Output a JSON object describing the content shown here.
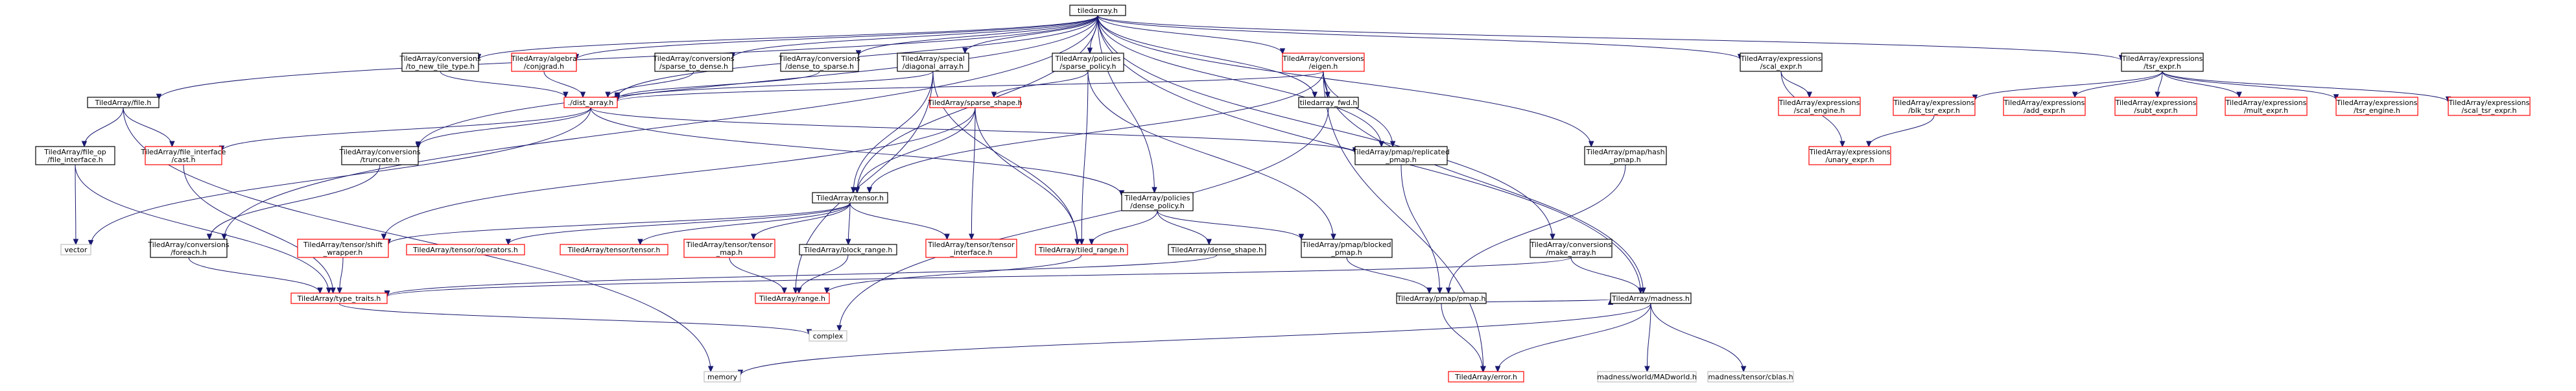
{
  "colors": {
    "edge": "#191970",
    "node_default": "#000000",
    "node_red": "#ff0000",
    "node_gray": "#bfbfbf",
    "root_fill": "#bfbfbf"
  },
  "nodes": [
    {
      "id": "root",
      "lines": [
        "tiledarray.h"
      ],
      "style": "root"
    },
    {
      "id": "file",
      "lines": [
        "TiledArray/file.h"
      ],
      "style": "default"
    },
    {
      "id": "to_new_tile_type",
      "lines": [
        "TiledArray/conversions",
        "/to_new_tile_type.h"
      ],
      "style": "default"
    },
    {
      "id": "conjgrad",
      "lines": [
        "TiledArray/algebra",
        "/conjgrad.h"
      ],
      "style": "red"
    },
    {
      "id": "sparse_to_dense",
      "lines": [
        "TiledArray/conversions",
        "/sparse_to_dense.h"
      ],
      "style": "default"
    },
    {
      "id": "dense_to_sparse",
      "lines": [
        "TiledArray/conversions",
        "/dense_to_sparse.h"
      ],
      "style": "default"
    },
    {
      "id": "diagonal_array",
      "lines": [
        "TiledArray/special",
        "/diagonal_array.h"
      ],
      "style": "default"
    },
    {
      "id": "sparse_policy",
      "lines": [
        "TiledArray/policies",
        "/sparse_policy.h"
      ],
      "style": "default"
    },
    {
      "id": "eigen",
      "lines": [
        "TiledArray/conversions",
        "/eigen.h"
      ],
      "style": "red"
    },
    {
      "id": "scal_expr",
      "lines": [
        "TiledArray/expressions",
        "/scal_expr.h"
      ],
      "style": "default"
    },
    {
      "id": "tsr_expr",
      "lines": [
        "TiledArray/expressions",
        "/tsr_expr.h"
      ],
      "style": "default"
    },
    {
      "id": "file_op",
      "lines": [
        "TiledArray/file_op",
        "/file_interface.h"
      ],
      "style": "default"
    },
    {
      "id": "file_interface_cast",
      "lines": [
        "TiledArray/file_interface",
        "/cast.h"
      ],
      "style": "red"
    },
    {
      "id": "dist_array",
      "lines": [
        "./dist_array.h"
      ],
      "style": "red"
    },
    {
      "id": "truncate",
      "lines": [
        "TiledArray/conversions",
        "/truncate.h"
      ],
      "style": "default"
    },
    {
      "id": "sparse_shape",
      "lines": [
        "TiledArray/sparse_shape.h"
      ],
      "style": "red"
    },
    {
      "id": "tiledarray_fwd",
      "lines": [
        "tiledarray_fwd.h"
      ],
      "style": "default"
    },
    {
      "id": "replicated_pmap",
      "lines": [
        "TiledArray/pmap/replicated",
        "_pmap.h"
      ],
      "style": "default"
    },
    {
      "id": "hash_pmap",
      "lines": [
        "TiledArray/pmap/hash",
        "_pmap.h"
      ],
      "style": "default"
    },
    {
      "id": "scal_engine",
      "lines": [
        "TiledArray/expressions",
        "/scal_engine.h"
      ],
      "style": "red"
    },
    {
      "id": "blk_tsr_expr",
      "lines": [
        "TiledArray/expressions",
        "/blk_tsr_expr.h"
      ],
      "style": "red"
    },
    {
      "id": "add_expr",
      "lines": [
        "TiledArray/expressions",
        "/add_expr.h"
      ],
      "style": "red"
    },
    {
      "id": "subt_expr",
      "lines": [
        "TiledArray/expressions",
        "/subt_expr.h"
      ],
      "style": "red"
    },
    {
      "id": "mult_expr",
      "lines": [
        "TiledArray/expressions",
        "/mult_expr.h"
      ],
      "style": "red"
    },
    {
      "id": "tsr_engine",
      "lines": [
        "TiledArray/expressions",
        "/tsr_engine.h"
      ],
      "style": "red"
    },
    {
      "id": "scal_tsr_expr",
      "lines": [
        "TiledArray/expressions",
        "/scal_tsr_expr.h"
      ],
      "style": "red"
    },
    {
      "id": "tensor",
      "lines": [
        "TiledArray/tensor.h"
      ],
      "style": "default"
    },
    {
      "id": "dense_policy",
      "lines": [
        "TiledArray/policies",
        "/dense_policy.h"
      ],
      "style": "default"
    },
    {
      "id": "unary_expr",
      "lines": [
        "TiledArray/expressions",
        "/unary_expr.h"
      ],
      "style": "red"
    },
    {
      "id": "vector",
      "lines": [
        "vector"
      ],
      "style": "gray"
    },
    {
      "id": "foreach",
      "lines": [
        "TiledArray/conversions",
        "/foreach.h"
      ],
      "style": "default"
    },
    {
      "id": "shift_wrapper",
      "lines": [
        "TiledArray/tensor/shift",
        "_wrapper.h"
      ],
      "style": "red"
    },
    {
      "id": "operators",
      "lines": [
        "TiledArray/tensor/operators.h"
      ],
      "style": "red"
    },
    {
      "id": "tensor_tensor",
      "lines": [
        "TiledArray/tensor/tensor.h"
      ],
      "style": "red"
    },
    {
      "id": "tensor_map",
      "lines": [
        "TiledArray/tensor/tensor",
        "_map.h"
      ],
      "style": "red"
    },
    {
      "id": "block_range",
      "lines": [
        "TiledArray/block_range.h"
      ],
      "style": "default"
    },
    {
      "id": "tensor_interface",
      "lines": [
        "TiledArray/tensor/tensor",
        "_interface.h"
      ],
      "style": "red"
    },
    {
      "id": "tiled_range",
      "lines": [
        "TiledArray/tiled_range.h"
      ],
      "style": "red"
    },
    {
      "id": "dense_shape",
      "lines": [
        "TiledArray/dense_shape.h"
      ],
      "style": "default"
    },
    {
      "id": "blocked_pmap",
      "lines": [
        "TiledArray/pmap/blocked",
        "_pmap.h"
      ],
      "style": "default"
    },
    {
      "id": "make_array",
      "lines": [
        "TiledArray/conversions",
        "/make_array.h"
      ],
      "style": "default"
    },
    {
      "id": "type_traits",
      "lines": [
        "TiledArray/type_traits.h"
      ],
      "style": "red"
    },
    {
      "id": "range",
      "lines": [
        "TiledArray/range.h"
      ],
      "style": "red"
    },
    {
      "id": "pmap",
      "lines": [
        "TiledArray/pmap/pmap.h"
      ],
      "style": "default"
    },
    {
      "id": "complex",
      "lines": [
        "complex"
      ],
      "style": "gray"
    },
    {
      "id": "madness",
      "lines": [
        "TiledArray/madness.h"
      ],
      "style": "default"
    },
    {
      "id": "memory",
      "lines": [
        "memory"
      ],
      "style": "gray"
    },
    {
      "id": "error",
      "lines": [
        "TiledArray/error.h"
      ],
      "style": "red"
    },
    {
      "id": "madworld",
      "lines": [
        "madness/world/MADworld.h"
      ],
      "style": "gray"
    },
    {
      "id": "tblas",
      "lines": [
        "madness/tensor/cblas.h"
      ],
      "style": "gray"
    }
  ],
  "edges": [
    [
      "root",
      "file"
    ],
    [
      "root",
      "to_new_tile_type"
    ],
    [
      "root",
      "conjgrad"
    ],
    [
      "root",
      "sparse_to_dense"
    ],
    [
      "root",
      "dense_to_sparse"
    ],
    [
      "root",
      "diagonal_array"
    ],
    [
      "root",
      "sparse_policy"
    ],
    [
      "root",
      "eigen"
    ],
    [
      "root",
      "scal_expr"
    ],
    [
      "root",
      "tsr_expr"
    ],
    [
      "root",
      "dist_array"
    ],
    [
      "root",
      "truncate"
    ],
    [
      "root",
      "tiledarray_fwd"
    ],
    [
      "root",
      "replicated_pmap"
    ],
    [
      "root",
      "hash_pmap"
    ],
    [
      "root",
      "tensor"
    ],
    [
      "root",
      "dense_policy"
    ],
    [
      "root",
      "foreach"
    ],
    [
      "root",
      "make_array"
    ],
    [
      "root",
      "madness"
    ],
    [
      "file",
      "file_op"
    ],
    [
      "file",
      "file_interface_cast"
    ],
    [
      "file",
      "memory"
    ],
    [
      "file_op",
      "vector"
    ],
    [
      "file_op",
      "type_traits"
    ],
    [
      "file_interface_cast",
      "type_traits"
    ],
    [
      "to_new_tile_type",
      "dist_array"
    ],
    [
      "conjgrad",
      "dist_array"
    ],
    [
      "sparse_to_dense",
      "dist_array"
    ],
    [
      "dense_to_sparse",
      "dist_array"
    ],
    [
      "diagonal_array",
      "dist_array"
    ],
    [
      "diagonal_array",
      "tensor"
    ],
    [
      "diagonal_array",
      "tiled_range"
    ],
    [
      "diagonal_array",
      "range"
    ],
    [
      "sparse_policy",
      "sparse_shape"
    ],
    [
      "sparse_policy",
      "tiled_range"
    ],
    [
      "sparse_policy",
      "blocked_pmap"
    ],
    [
      "eigen",
      "dist_array"
    ],
    [
      "eigen",
      "tensor"
    ],
    [
      "eigen",
      "tiledarray_fwd"
    ],
    [
      "eigen",
      "replicated_pmap"
    ],
    [
      "eigen",
      "madness"
    ],
    [
      "eigen",
      "error"
    ],
    [
      "scal_expr",
      "scal_engine"
    ],
    [
      "scal_expr",
      "unary_expr"
    ],
    [
      "tsr_expr",
      "blk_tsr_expr"
    ],
    [
      "tsr_expr",
      "add_expr"
    ],
    [
      "tsr_expr",
      "subt_expr"
    ],
    [
      "tsr_expr",
      "mult_expr"
    ],
    [
      "tsr_expr",
      "tsr_engine"
    ],
    [
      "tsr_expr",
      "scal_tsr_expr"
    ],
    [
      "blk_tsr_expr",
      "unary_expr"
    ],
    [
      "dist_array",
      "file_interface_cast"
    ],
    [
      "dist_array",
      "truncate"
    ],
    [
      "dist_array",
      "dense_policy"
    ],
    [
      "dist_array",
      "replicated_pmap"
    ],
    [
      "dist_array",
      "vector"
    ],
    [
      "truncate",
      "foreach"
    ],
    [
      "sparse_shape",
      "tensor"
    ],
    [
      "sparse_shape",
      "tensor_interface"
    ],
    [
      "sparse_shape",
      "tiled_range"
    ],
    [
      "sparse_shape",
      "shift_wrapper"
    ],
    [
      "tiledarray_fwd",
      "complex"
    ],
    [
      "replicated_pmap",
      "pmap"
    ],
    [
      "hash_pmap",
      "pmap"
    ],
    [
      "tensor",
      "shift_wrapper"
    ],
    [
      "tensor",
      "operators"
    ],
    [
      "tensor",
      "tensor_tensor"
    ],
    [
      "tensor",
      "tensor_map"
    ],
    [
      "tensor",
      "block_range"
    ],
    [
      "tensor",
      "tensor_interface"
    ],
    [
      "dense_policy",
      "tiled_range"
    ],
    [
      "dense_policy",
      "dense_shape"
    ],
    [
      "dense_policy",
      "blocked_pmap"
    ],
    [
      "foreach",
      "type_traits"
    ],
    [
      "shift_wrapper",
      "type_traits"
    ],
    [
      "tensor_map",
      "range"
    ],
    [
      "block_range",
      "range"
    ],
    [
      "tiled_range",
      "range"
    ],
    [
      "dense_shape",
      "type_traits"
    ],
    [
      "blocked_pmap",
      "pmap"
    ],
    [
      "make_array",
      "madness"
    ],
    [
      "make_array",
      "type_traits"
    ],
    [
      "type_traits",
      "complex"
    ],
    [
      "pmap",
      "madness"
    ],
    [
      "pmap",
      "error"
    ],
    [
      "madness",
      "memory"
    ],
    [
      "madness",
      "error"
    ],
    [
      "madness",
      "madworld"
    ],
    [
      "madness",
      "tblas"
    ]
  ]
}
